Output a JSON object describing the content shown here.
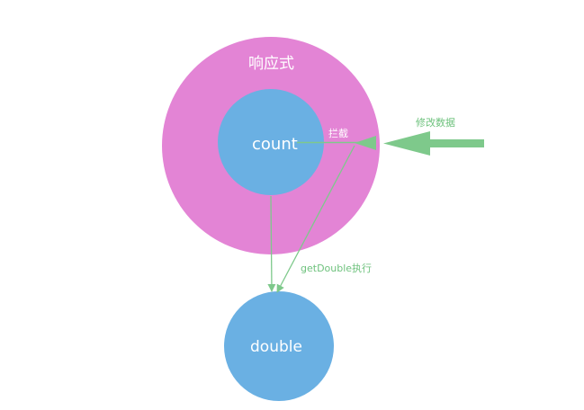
{
  "diagram": {
    "reactive_label": "响应式",
    "count_label": "count",
    "double_label": "double",
    "intercept_label": "拦截",
    "modify_data_label": "修改数据",
    "get_double_label": "getDouble执行"
  },
  "colors": {
    "reactive_region": "#e384d5",
    "node_fill": "#6ab0e3",
    "arrow": "#7ec98b",
    "label_green": "#6ec27d",
    "label_white": "#ffffff"
  }
}
